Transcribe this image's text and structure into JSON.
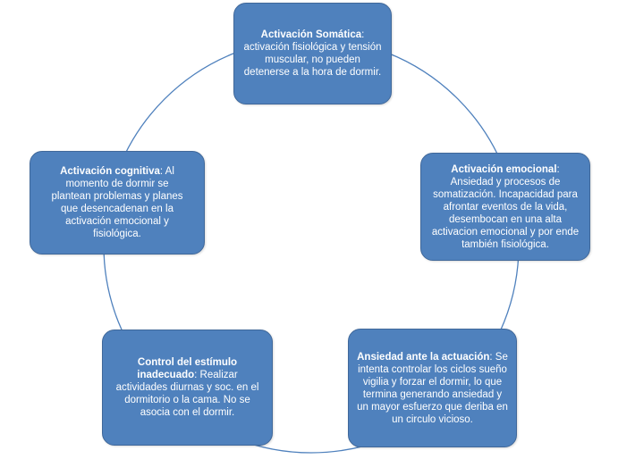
{
  "diagram": {
    "colors": {
      "node_fill": "#4f81bd",
      "node_border": "#40689a",
      "node_text": "#ffffff",
      "ring": "#4f81bd"
    },
    "nodes": [
      {
        "title": "Activación Somática",
        "sep": ":",
        "body": " activación fisiológica y tensión muscular, no pueden detenerse a la hora de dormir."
      },
      {
        "title": "Activación emocional",
        "sep": ":",
        "body": " Ansiedad y procesos de somatización. Incapacidad para afrontar eventos de la vida, desembocan en una alta activacion emocional y por ende también fisiológica."
      },
      {
        "title": "Ansiedad ante la actuación",
        "sep": ":",
        "body": " Se intenta controlar los ciclos sueño vigilia y forzar el dormir, lo que termina generando ansiedad y un mayor esfuerzo que deriba en un circulo vicioso."
      },
      {
        "title": "Control del estímulo inadecuado",
        "sep": ":",
        "body": " Realizar actividades diurnas y soc. en el dormitorio o la cama. No se asocia con el dormir."
      },
      {
        "title": "Activación cognitiva",
        "sep": ":",
        "body": " Al momento de dormir se plantean problemas y planes que desencadenan en la activación emocional y fisiológica."
      }
    ]
  }
}
